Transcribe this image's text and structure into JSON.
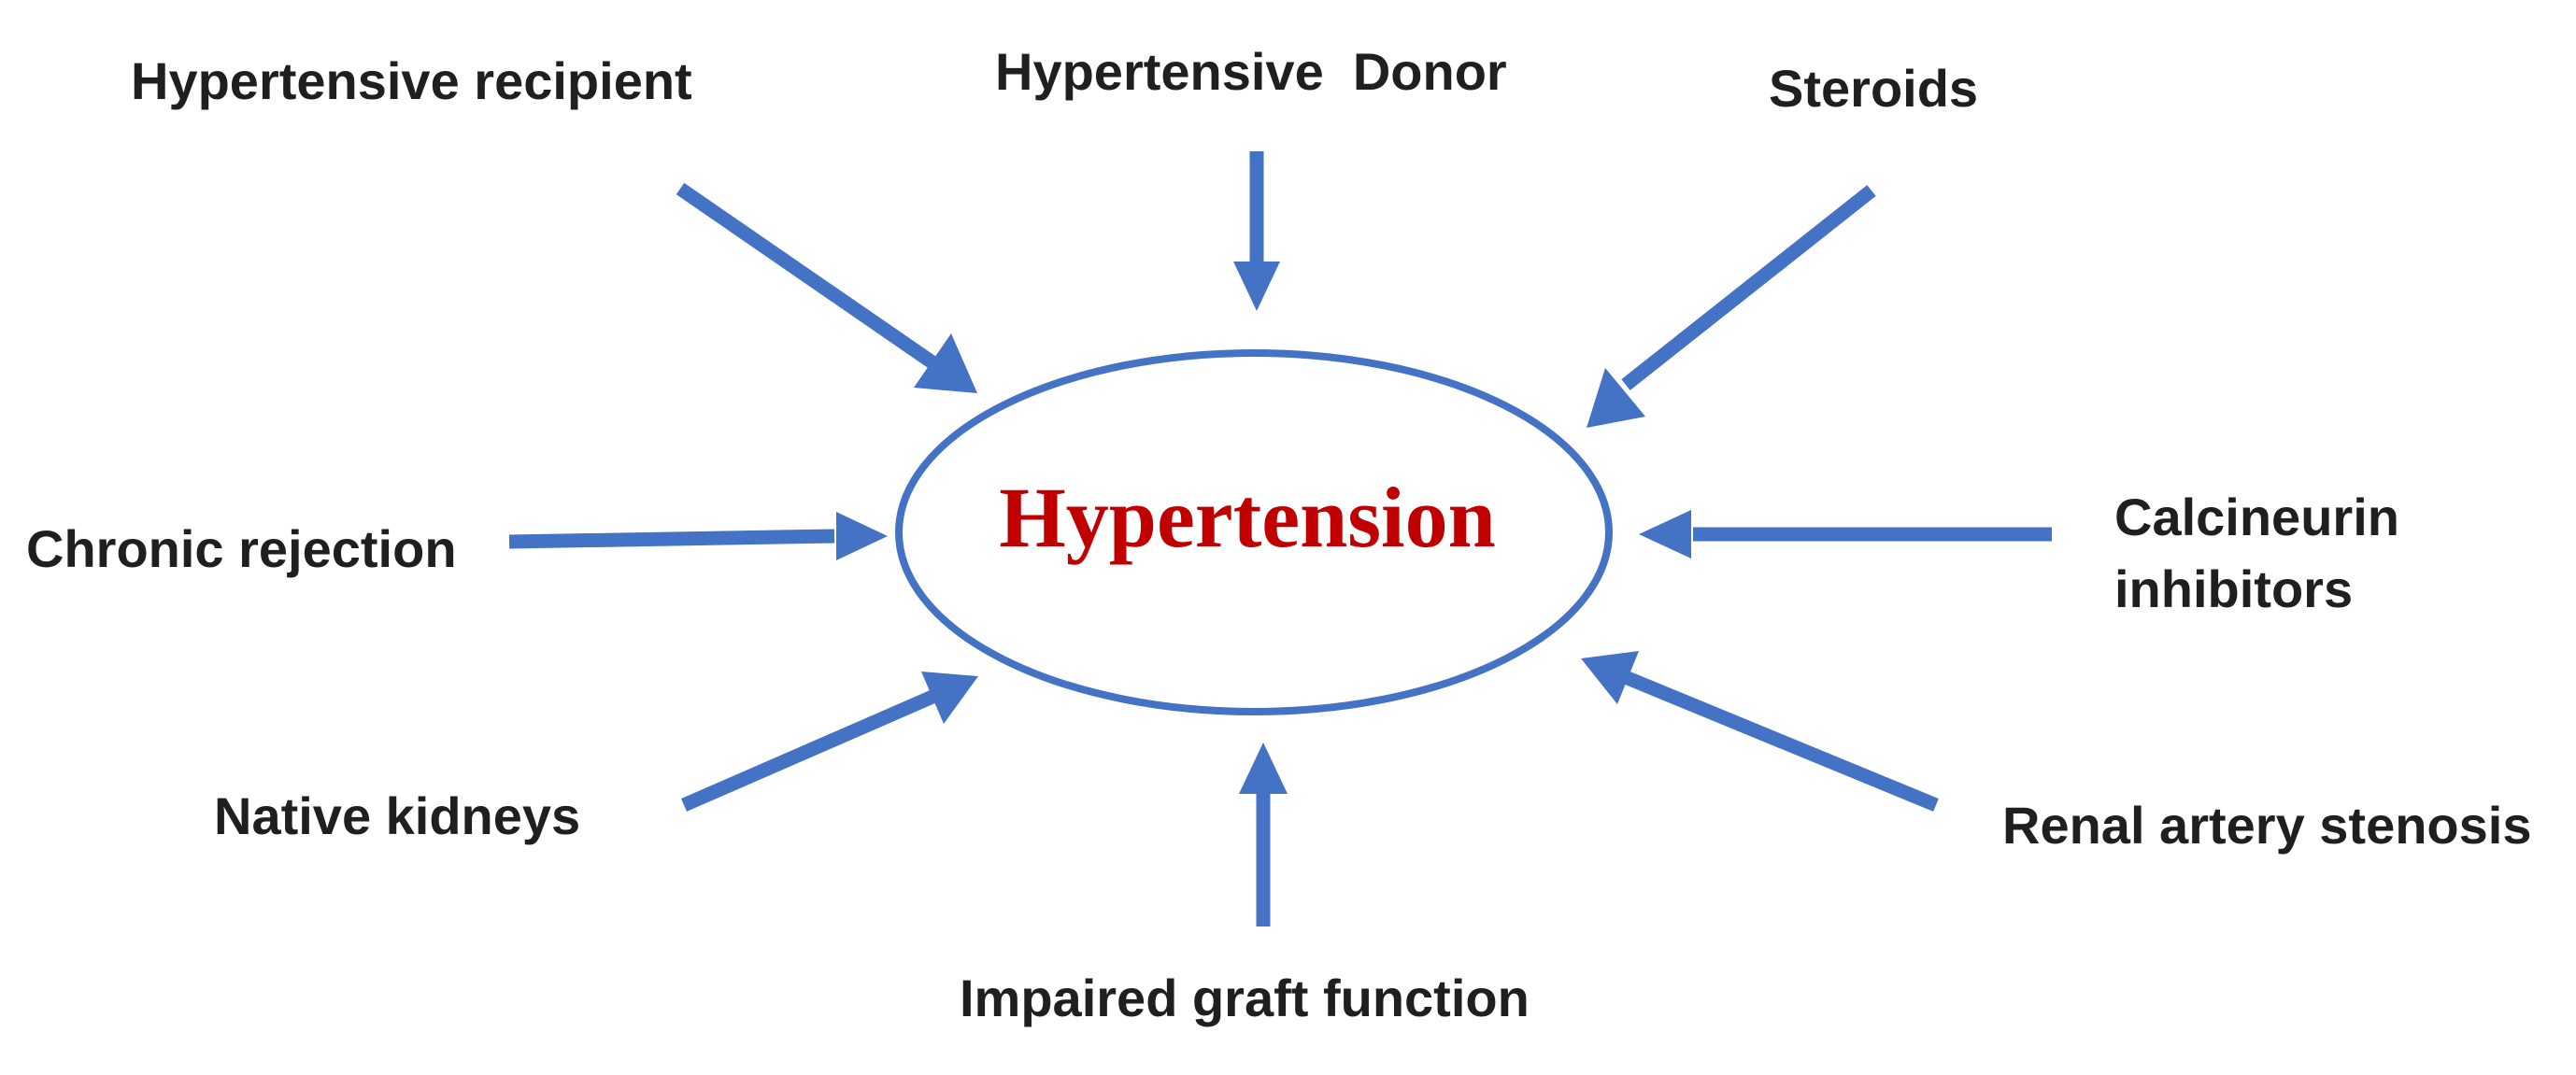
{
  "colors": {
    "arrow": "#4472C4",
    "ellipse": "#4472C4",
    "center_text": "#C00000",
    "label_text": "#1f1f1f"
  },
  "center": {
    "label": "Hypertension"
  },
  "factors": {
    "hypertensive_recipient": "Hypertensive recipient",
    "hypertensive_donor": "Hypertensive  Donor",
    "steroids": "Steroids",
    "chronic_rejection": "Chronic rejection",
    "calcineurin_inhibitors_line1": "Calcineurin",
    "calcineurin_inhibitors_line2": "inhibitors",
    "native_kidneys": "Native kidneys",
    "renal_artery_stenosis": "Renal artery stenosis",
    "impaired_graft_function": "Impaired graft function"
  }
}
